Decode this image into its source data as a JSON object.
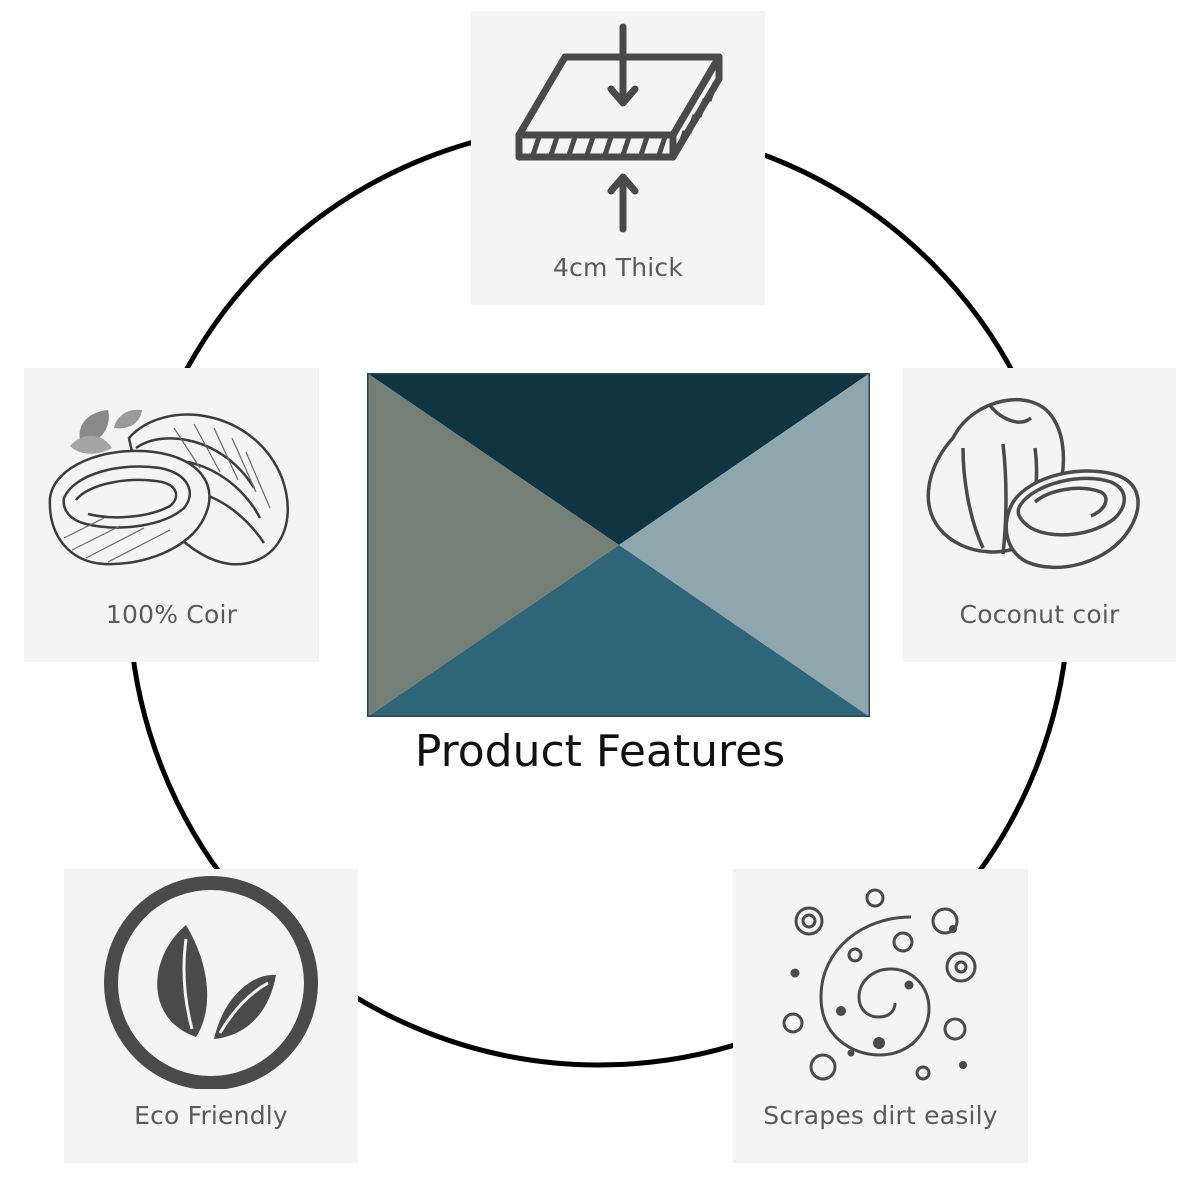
{
  "title": "Product Features",
  "colors": {
    "ring": "#000000",
    "tile_bg": "#f4f4f4",
    "icon": "#4a4a4a",
    "label": "#5a5a5a",
    "mat_top": "#0f3543",
    "mat_right": "#8ea7ad",
    "mat_bottom": "#2f6578",
    "mat_left": "#737f77"
  },
  "features": [
    {
      "label": "4cm Thick",
      "icon": "compressed-board-icon"
    },
    {
      "label": "100% Coir",
      "icon": "coconut-sketch-icon"
    },
    {
      "label": "Coconut coir",
      "icon": "coconut-outline-icon"
    },
    {
      "label": "Eco Friendly",
      "icon": "leaf-circle-icon"
    },
    {
      "label": "Scrapes dirt easily",
      "icon": "spiral-dots-icon"
    }
  ]
}
